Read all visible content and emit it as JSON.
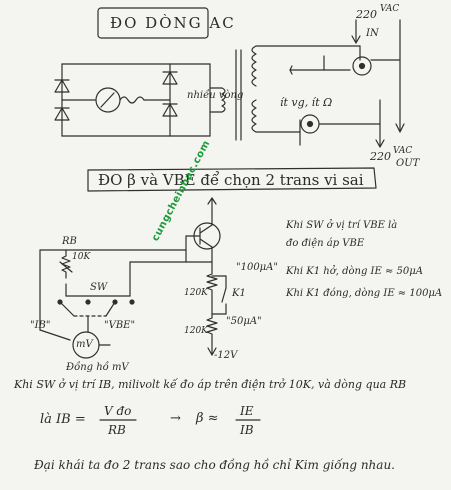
{
  "title_ac": "ĐO DÒNG AC",
  "in_voltage": "220",
  "in_unit": "VAC",
  "in_label": "IN",
  "out_voltage": "220",
  "out_unit": "VAC",
  "out_label": "OUT",
  "shunt_label": "nhiều vòng",
  "range_label": "ít vg, ít Ω",
  "title_beta": "ĐO β và VBE để chọn 2 trans vi sai",
  "rb_label": "RB",
  "rb_value": "10K",
  "sw_label": "SW",
  "ib_label": "\"IB\"",
  "vbe_label": "\"VBE\"",
  "meter_label": "mV",
  "meter_caption": "Đồng hồ mV",
  "r1_value": "120K",
  "r2_value": "120K",
  "k1_label": "K1",
  "i100_label": "\"100μA\"",
  "i50_label": "\"50μA\"",
  "v_supply": "-12V",
  "note_sw": "Khi SW ở vị trí VBE là",
  "note_sw2": "đo điện áp VBE",
  "note_k1_open": "Khi K1 hở, dòng IE ≈ 50μA",
  "note_k1_closed": "Khi K1 đóng, dòng IE ≈ 100μA",
  "note_ib": "Khi SW ở vị trí IB, milivolt kế đo áp trên điện trở 10K, và dòng qua RB",
  "formula_lhs": "là  IB =",
  "formula_num": "V đo",
  "formula_den": "RB",
  "formula_arrow": "→",
  "formula_beta": "β ≈",
  "formula_num2": "IE",
  "formula_den2": "IB",
  "conclusion": "Đại khái ta đo 2 trans sao cho đồng hồ chỉ Kim giống nhau.",
  "watermark": "cungcheinhac.com"
}
